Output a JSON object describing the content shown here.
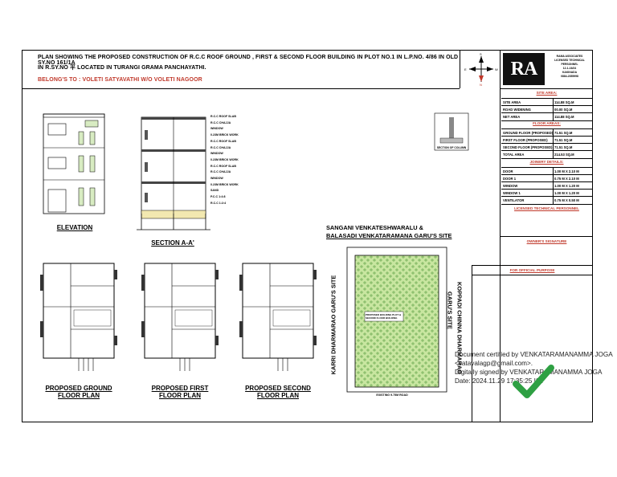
{
  "title": {
    "line1": "PLAN SHOWING THE PROPOSED CONSTRUCTION OF R.C.C ROOF GROUND , FIRST & SECOND FLOOR BUILDING IN PLOT NO.1 IN L.P.NO. 4/86  IN OLD SY.NO 161/1A",
    "line2": "IN R.SY.NO 平 LOCATED IN TURANGI GRAMA PANCHAYATHI.",
    "belongs": "BELONG'S TO : VOLETI SATYAVATHI W/O VOLETI NAGOOR"
  },
  "compass": {
    "n": "N",
    "s": "S",
    "e": "E",
    "w": "W"
  },
  "logo": {
    "mark": "RA",
    "firm": "RAMA ASSOCIATES",
    "line2": "LICENSED TECHNICAL PERSONNEL",
    "line3": "12-1-16/24",
    "line4": "KAKINADA",
    "phone": "0884-2355998"
  },
  "site_area": {
    "heading": "SITE AREA:",
    "rows": [
      {
        "k": "SITE AREA",
        "v": "114.88 SQ.M"
      },
      {
        "k": "ROAD WIDENING",
        "v": "00.00 SQ.M"
      },
      {
        "k": "NET AREA",
        "v": "114.88 SQ.M"
      }
    ]
  },
  "floor_areas": {
    "heading": "FLOOR AREAS:",
    "rows": [
      {
        "k": "GROUND FLOOR (PROPOSED)",
        "v": "71.51 SQ.M"
      },
      {
        "k": "FIRST FLOOR (PROPOSED)",
        "v": "71.51 SQ.M"
      },
      {
        "k": "SECOND FLOOR (PROPOSED)",
        "v": "71.51 SQ.M"
      },
      {
        "k": "TOTAL AREA",
        "v": "214.53 SQ.M"
      }
    ]
  },
  "joinery": {
    "heading": "JOINERY DETAILS:",
    "rows": [
      {
        "k": "DOOR",
        "v": "1.00 M X 2.10 M"
      },
      {
        "k": "DOOR 1",
        "v": "0.75 M X 2.10 M"
      },
      {
        "k": "WINDOW",
        "v": "1.00 M X 1.20 M"
      },
      {
        "k": "WINDOW 1",
        "v": "1.00 M X 1.20 M"
      },
      {
        "k": "VENTILATOR",
        "v": "0.75 M X 0.50 M"
      }
    ]
  },
  "licensed": "LICENSED TECHNICAL PERSONNEL",
  "owner_sig": "OWNER'S SIGNATURE",
  "official": "FOR OFFICIAL PURPOSE",
  "labels": {
    "elevation": "ELEVATION",
    "section": "SECTION A-A'",
    "ground_plan_1": "PROPOSED GROUND",
    "ground_plan_2": "FLOOR PLAN",
    "first_plan_1": "PROPOSED FIRST",
    "first_plan_2": "FLOOR PLAN",
    "second_plan_1": "PROPOSED SECOND",
    "second_plan_2": "FLOOR PLAN",
    "section_column": "SECTION OF COLUMN",
    "site_north_1": "SANGANI VENKATESHWARALU &",
    "site_north_2": "BALASADI VENKATARAMANA GARU'S SITE",
    "site_west": "KARRI DHARMARAO GARU'S SITE",
    "site_east_1": "KOPPADI CHINNA DHARMARAO",
    "site_east_2": "GARU'S SITE",
    "road": "EXISTING 9.75M ROAD",
    "building": "PROPOSED BUILDING PLOT & SECOND FLOOR BUILDING"
  },
  "section_notes": [
    "R.C.C ROOF SLAB",
    "R.C.C CHAJJA",
    "WINDOW",
    "0.23M BRICK WORK",
    "R.C.C ROOF SLAB",
    "R.C.C CHAJJA",
    "WINDOW",
    "0.23M BRICK WORK",
    "R.C.C ROOF SLAB",
    "R.C.C CHAJJA",
    "WINDOW",
    "0.23M BRICK WORK",
    "SAND",
    "P.C.C 1:4:8",
    "R.C.C 1:2:4"
  ],
  "signature": {
    "line1": "Document certified by VENKATARAMANAMMA JOGA",
    "line2": "<satavalagp@gmail.com>.",
    "line3": "Digitally signed by VENKATARAMANAMMA JOGA",
    "line4": "Date: 2024.11.29 17:35:25 IST"
  },
  "colors": {
    "accent_red": "#c0392b",
    "check_green": "#2ea043",
    "site_green": "#c8e6a0"
  }
}
